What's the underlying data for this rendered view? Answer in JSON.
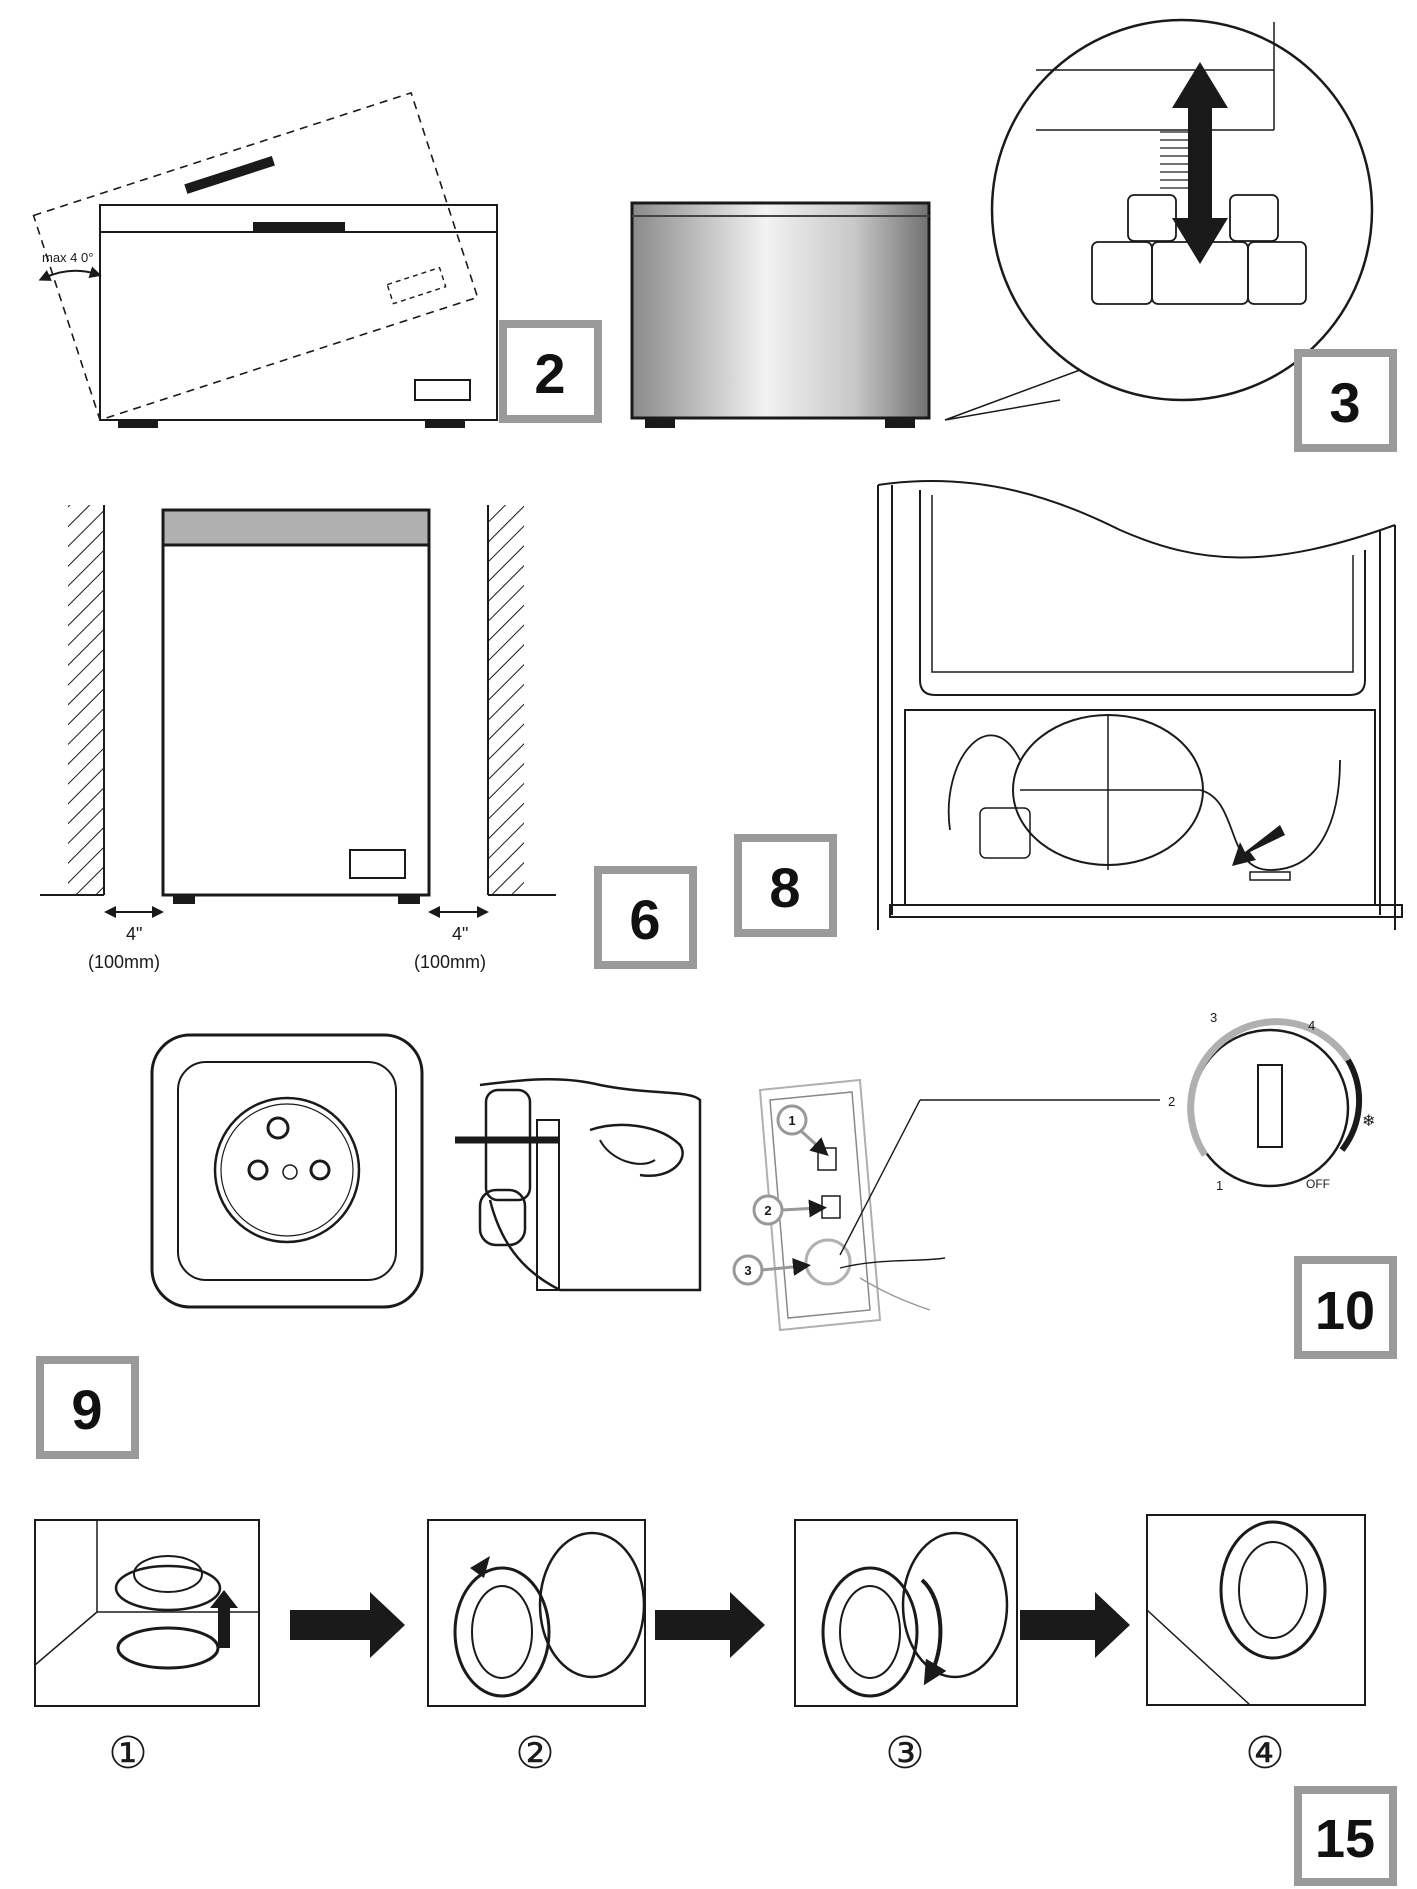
{
  "panels": {
    "tilt": {
      "max_angle_label": "max 4 0°"
    },
    "badges": [
      {
        "id": "2",
        "label": "2"
      },
      {
        "id": "3",
        "label": "3"
      },
      {
        "id": "6",
        "label": "6"
      },
      {
        "id": "8",
        "label": "8"
      },
      {
        "id": "9",
        "label": "9"
      },
      {
        "id": "10",
        "label": "10"
      },
      {
        "id": "15",
        "label": "15"
      }
    ],
    "clearance": {
      "left_in": "4\"",
      "left_mm": "(100mm)",
      "right_in": "4\"",
      "right_mm": "(100mm)"
    },
    "control_panel": {
      "callouts": [
        "1",
        "2",
        "3"
      ],
      "dial_positions": [
        "1",
        "2",
        "3",
        "4",
        "OFF"
      ],
      "snowflake": "❄"
    },
    "steps": [
      "①",
      "②",
      "③",
      "④"
    ]
  },
  "colors": {
    "badge_border": "#9a9a9a",
    "line": "#1a1a1a",
    "gray_fill": "#b0b0b0"
  }
}
